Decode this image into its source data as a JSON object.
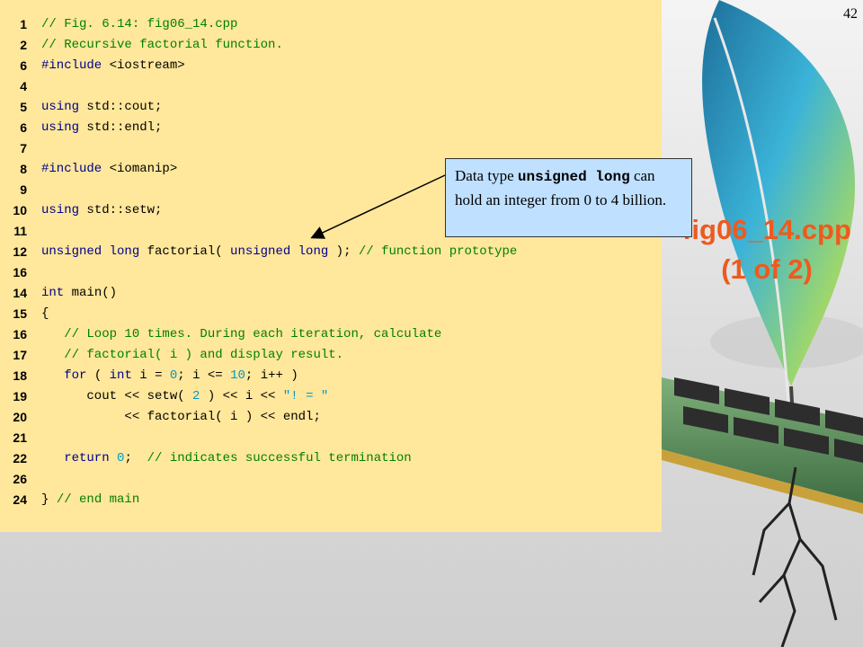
{
  "slide_number": "42",
  "side_title": "fig06_14.cpp (1 of 2)",
  "callout": {
    "prefix": "Data type ",
    "type_name": "unsigned long",
    "rest": " can hold an integer from 0 to 4 billion."
  },
  "code_lines": [
    {
      "no": "1",
      "segs": [
        [
          "cm",
          "// Fig. 6.14: fig06_14.cpp"
        ]
      ]
    },
    {
      "no": "2",
      "segs": [
        [
          "cm",
          "// Recursive factorial function."
        ]
      ]
    },
    {
      "no": "6",
      "segs": [
        [
          "kw",
          "#include"
        ],
        [
          "",
          " <iostream>"
        ]
      ]
    },
    {
      "no": "4",
      "segs": []
    },
    {
      "no": "5",
      "segs": [
        [
          "kw",
          "using"
        ],
        [
          "",
          " std::cout;"
        ]
      ]
    },
    {
      "no": "6",
      "segs": [
        [
          "kw",
          "using"
        ],
        [
          "",
          " std::endl;"
        ]
      ]
    },
    {
      "no": "7",
      "segs": []
    },
    {
      "no": "8",
      "segs": [
        [
          "kw",
          "#include"
        ],
        [
          "",
          " <iomanip>"
        ]
      ]
    },
    {
      "no": "9",
      "segs": []
    },
    {
      "no": "10",
      "segs": [
        [
          "kw",
          "using"
        ],
        [
          "",
          " std::setw;"
        ]
      ]
    },
    {
      "no": "11",
      "segs": []
    },
    {
      "no": "12",
      "segs": [
        [
          "kw",
          "unsigned long"
        ],
        [
          "",
          " factorial( "
        ],
        [
          "kw",
          "unsigned long"
        ],
        [
          "",
          " ); "
        ],
        [
          "cm",
          "// function prototype"
        ]
      ]
    },
    {
      "no": "16",
      "segs": []
    },
    {
      "no": "14",
      "segs": [
        [
          "kw",
          "int"
        ],
        [
          "",
          " main()"
        ]
      ]
    },
    {
      "no": "15",
      "segs": [
        [
          "",
          "{"
        ]
      ]
    },
    {
      "no": "16",
      "segs": [
        [
          "cm",
          "   // Loop 10 times. During each iteration, calculate"
        ]
      ]
    },
    {
      "no": "17",
      "segs": [
        [
          "cm",
          "   // factorial( i ) and display result."
        ]
      ]
    },
    {
      "no": "18",
      "segs": [
        [
          "kw",
          "   for"
        ],
        [
          "",
          " ( "
        ],
        [
          "kw",
          "int"
        ],
        [
          "",
          " i = "
        ],
        [
          "num",
          "0"
        ],
        [
          "",
          "; i <= "
        ],
        [
          "num",
          "10"
        ],
        [
          "",
          "; i++ )"
        ]
      ]
    },
    {
      "no": "19",
      "segs": [
        [
          "",
          "      cout << setw( "
        ],
        [
          "num",
          "2"
        ],
        [
          "",
          " ) << i << "
        ],
        [
          "str",
          "\"! = \""
        ]
      ]
    },
    {
      "no": "20",
      "segs": [
        [
          "",
          "           << factorial( i ) << endl;"
        ]
      ]
    },
    {
      "no": "21",
      "segs": []
    },
    {
      "no": "22",
      "segs": [
        [
          "kw",
          "   return"
        ],
        [
          "",
          " "
        ],
        [
          "num",
          "0"
        ],
        [
          "",
          ";  "
        ],
        [
          "cm",
          "// indicates successful termination"
        ]
      ]
    },
    {
      "no": "26",
      "segs": []
    },
    {
      "no": "24",
      "segs": [
        [
          "",
          "} "
        ],
        [
          "cm",
          "// end main"
        ]
      ]
    }
  ],
  "colors": {
    "code_bg": "#ffe79b",
    "keyword": "#00008b",
    "comment": "#008000",
    "number": "#0099cc",
    "title": "#ee5a1e",
    "callout_bg": "#bfe0ff"
  },
  "icons": [
    "feather-illustration",
    "ram-chip-illustration",
    "ground-crack-illustration"
  ]
}
